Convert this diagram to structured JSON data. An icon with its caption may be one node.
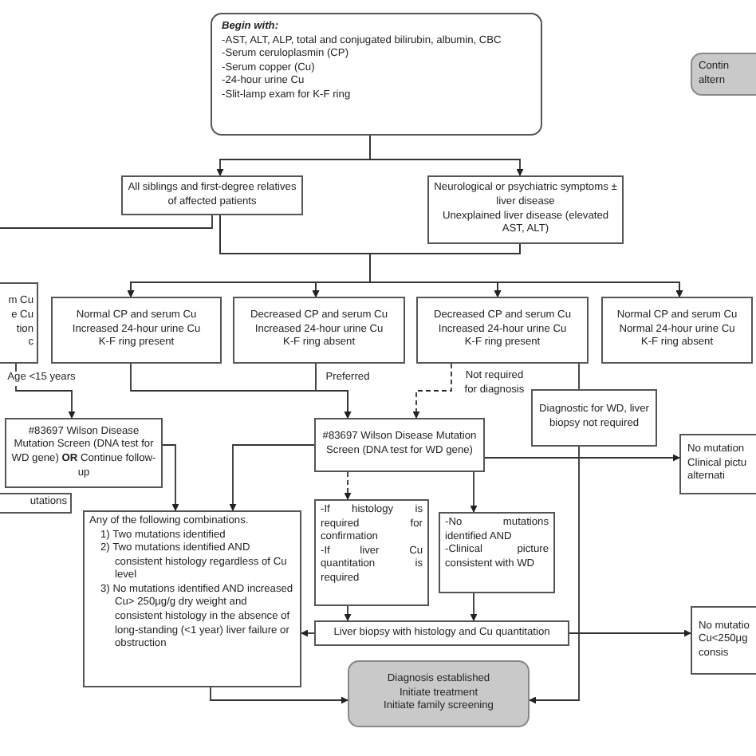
{
  "diagram": {
    "nodes": [
      {
        "text": [
          "Begin with:",
          "-AST, ALT, ALP, total and conjugated bilirubin, albumin, CBC",
          "-Serum ceruloplasmin (CP)",
          "-Serum copper (Cu)",
          "-24-hour urine Cu",
          "-Slit-lamp exam for K-F ring"
        ]
      },
      {
        "text": [
          "Contin",
          "altern"
        ]
      },
      {
        "text": [
          "All siblings and first-degree relatives of affected patients"
        ]
      },
      {
        "text": [
          "Neurological or psychiatric symptoms ± liver disease",
          "Unexplained liver disease (elevated AST, ALT)"
        ]
      },
      {
        "text": [
          "m Cu",
          "e Cu",
          "tion",
          "c"
        ]
      },
      {
        "text": [
          "Normal CP and serum Cu",
          "Increased 24-hour urine Cu",
          "K-F ring present"
        ]
      },
      {
        "text": [
          "Decreased CP and serum Cu",
          "Increased 24-hour urine Cu",
          "K-F ring absent"
        ]
      },
      {
        "text": [
          "Decreased CP and serum Cu",
          "Increased 24-hour urine Cu",
          "K-F ring present"
        ]
      },
      {
        "text": [
          "Normal CP and serum Cu",
          "Normal 24-hour urine Cu",
          "K-F ring absent"
        ]
      },
      {
        "text": [
          "#83697 Wilson Disease Mutation Screen (DNA test for WD gene) **OR** Continue follow-up"
        ]
      },
      {
        "text": [
          "#83697 Wilson Disease Mutation Screen (DNA test for WD gene)"
        ]
      },
      {
        "text": [
          "utations"
        ]
      },
      {
        "text": [
          "Diagnostic for WD, liver biopsy not required"
        ]
      },
      {
        "text": [
          "No mutation",
          "Clinical pictu",
          "alternati"
        ]
      },
      {
        "text": [
          "Any of the following combinations.",
          "1) Two mutations identified",
          "2) Two mutations identified AND consistent histology regardless of Cu level",
          "3) No mutations identified AND increased Cu> 250μg/g dry weight and consistent histology in the absence of long-standing (<1 year) liver failure or obstruction"
        ]
      },
      {
        "text": [
          "-If histology is required for confirmation",
          "-If liver Cu quantitation is required"
        ]
      },
      {
        "text": [
          "-No mutations identified AND",
          "-Clinical picture consistent with WD"
        ]
      },
      {
        "text": [
          "Liver biopsy with histology and Cu quantitation"
        ]
      },
      {
        "text": [
          "Diagnosis established",
          "Initiate treatment",
          "Initiate family screening"
        ]
      },
      {
        "text": [
          "No mutatio",
          "Cu<250μg",
          "consis"
        ]
      }
    ],
    "edges": [
      {
        "from": 0,
        "to": 2,
        "arrow": "to"
      },
      {
        "from": 0,
        "to": 3,
        "arrow": "to"
      },
      {
        "from": 2,
        "to": 5,
        "arrow": "to"
      },
      {
        "from": 2,
        "to": 6,
        "arrow": "to"
      },
      {
        "from": 2,
        "to": 7,
        "arrow": "to"
      },
      {
        "from": 2,
        "to": 8,
        "arrow": "to"
      },
      {
        "from": 3,
        "to": 5,
        "arrow": "to"
      },
      {
        "from": 3,
        "to": 6,
        "arrow": "to"
      },
      {
        "from": 3,
        "to": 7,
        "arrow": "to"
      },
      {
        "from": 3,
        "to": 8,
        "arrow": "to"
      },
      {
        "from": 2,
        "to": null,
        "arrow": "none"
      },
      {
        "from": 4,
        "to": 9,
        "arrow": "to",
        "label": "Age <15 years"
      },
      {
        "from": 5,
        "to": 10,
        "arrow": "to"
      },
      {
        "from": 6,
        "to": 10,
        "arrow": "to",
        "label": "Preferred"
      },
      {
        "from": 7,
        "to": 10,
        "arrow": "to",
        "label": "Not required for diagnosis",
        "style": "dashed"
      },
      {
        "from": 7,
        "to": 12,
        "arrow": "none"
      },
      {
        "from": 12,
        "to": 18,
        "arrow": "to"
      },
      {
        "from": 10,
        "to": 13,
        "arrow": "to"
      },
      {
        "from": 9,
        "to": 14,
        "arrow": "to"
      },
      {
        "from": 10,
        "to": 14,
        "arrow": "to"
      },
      {
        "from": 10,
        "to": 15,
        "arrow": "to",
        "style": "dashed"
      },
      {
        "from": 10,
        "to": 16,
        "arrow": "to"
      },
      {
        "from": 15,
        "to": 17,
        "arrow": "to"
      },
      {
        "from": 16,
        "to": 17,
        "arrow": "to"
      },
      {
        "from": 17,
        "to": 14,
        "arrow": "to"
      },
      {
        "from": 17,
        "to": 19,
        "arrow": "to"
      },
      {
        "from": 14,
        "to": 18,
        "arrow": "to"
      }
    ]
  }
}
